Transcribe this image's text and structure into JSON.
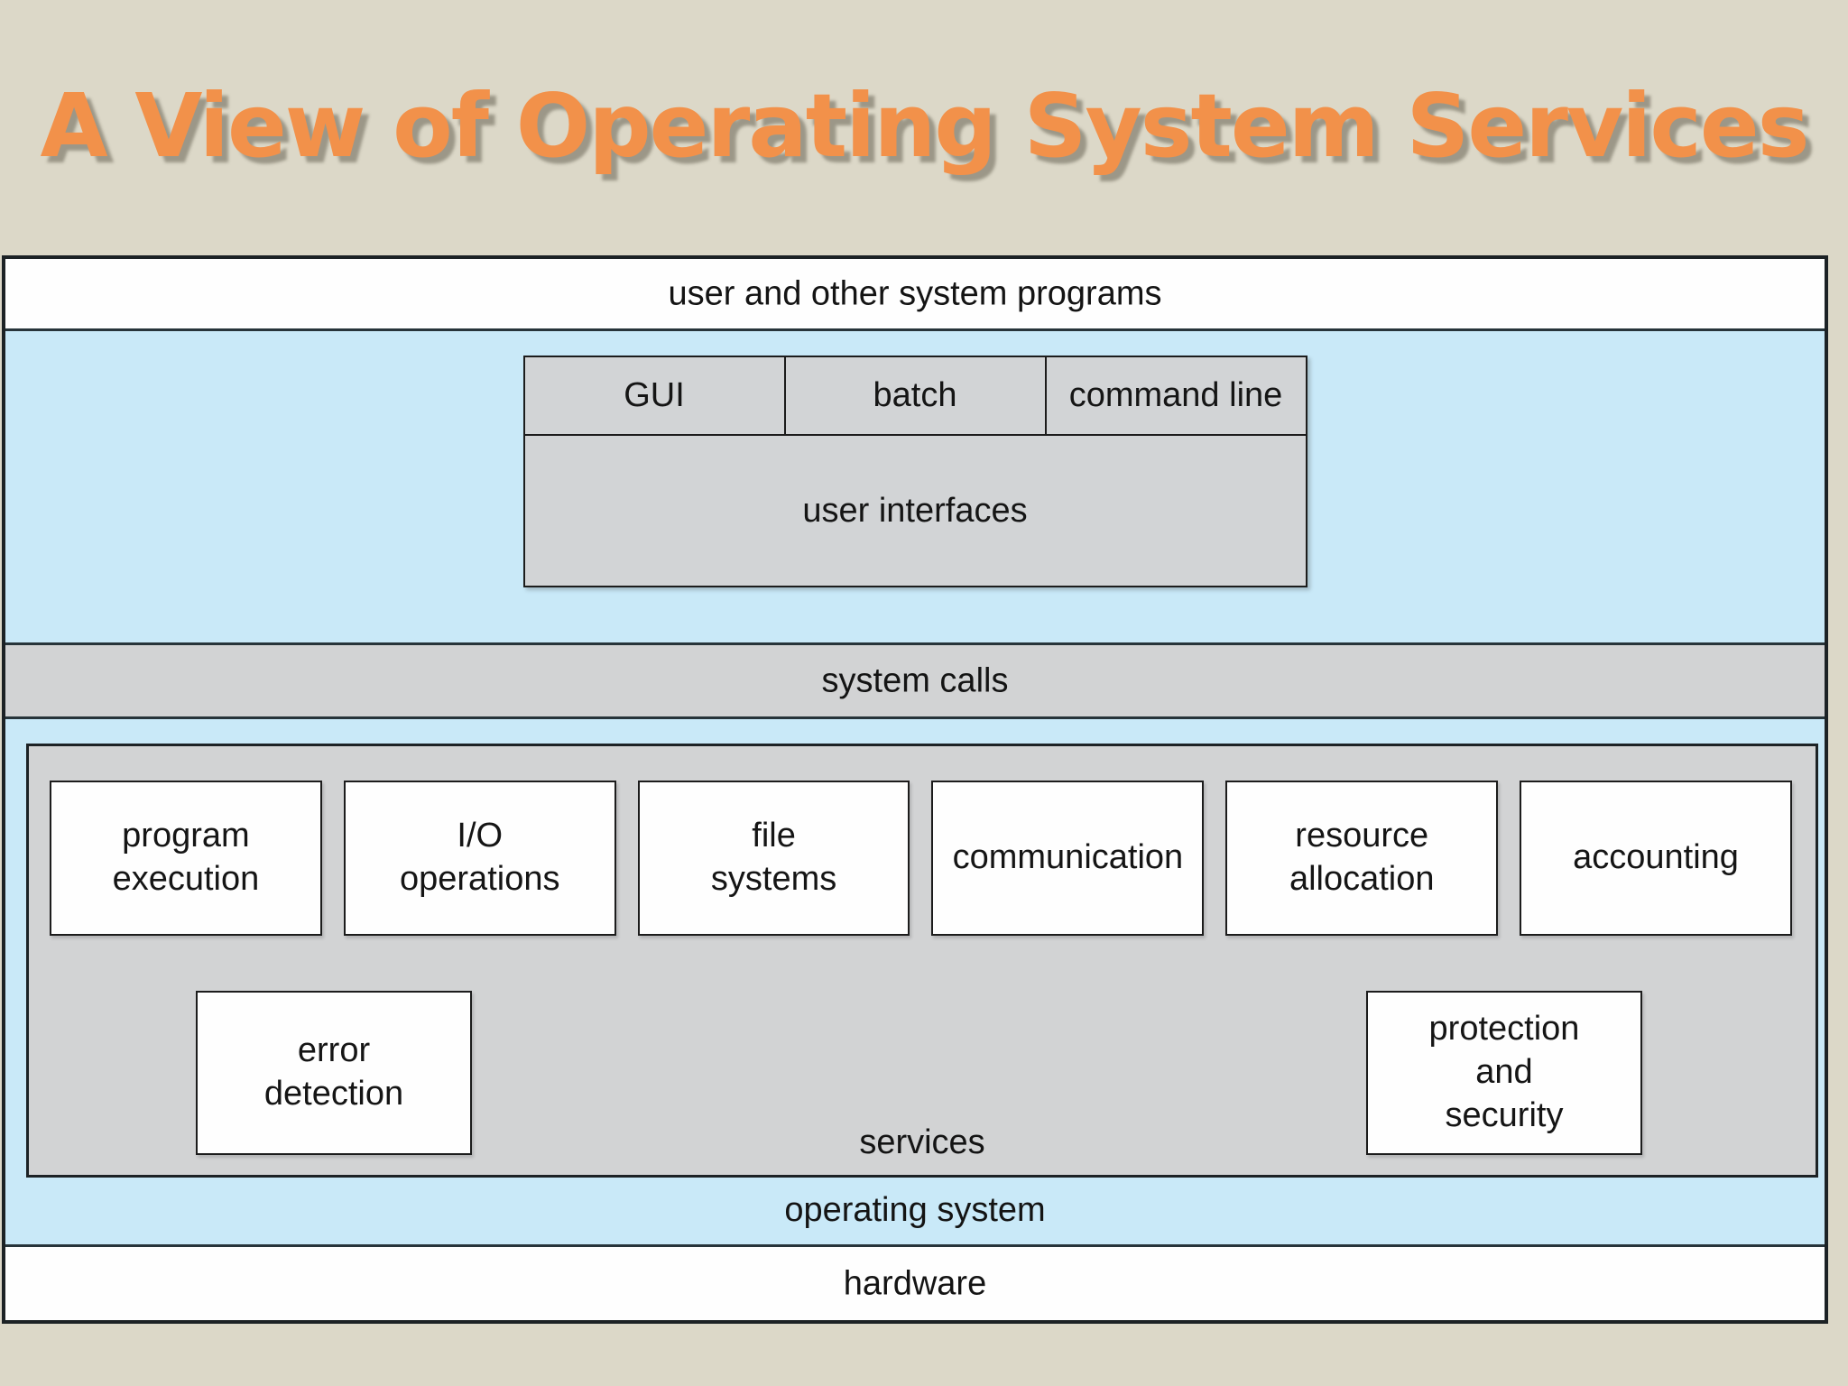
{
  "title": "A View of Operating System Services",
  "colors": {
    "title_orange": "#F2914A",
    "band_blue": "#C9E9F8",
    "panel_gray": "#D2D3D4",
    "slide_beige": "#DCD8C8",
    "box_white": "#FEFEFE",
    "border_dark": "#1C2225"
  },
  "diagram": {
    "top_band": "user and other system programs",
    "ui_box": {
      "cells": [
        "GUI",
        "batch",
        "command line"
      ],
      "label": "user interfaces"
    },
    "system_calls_band": "system calls",
    "services": {
      "row1": [
        "program\nexecution",
        "I/O\noperations",
        "file\nsystems",
        "communication",
        "resource\nallocation",
        "accounting"
      ],
      "row2": {
        "error": "error\ndetection",
        "protection": "protection\nand\nsecurity"
      },
      "label": "services"
    },
    "os_band": "operating system",
    "hardware_band": "hardware"
  }
}
